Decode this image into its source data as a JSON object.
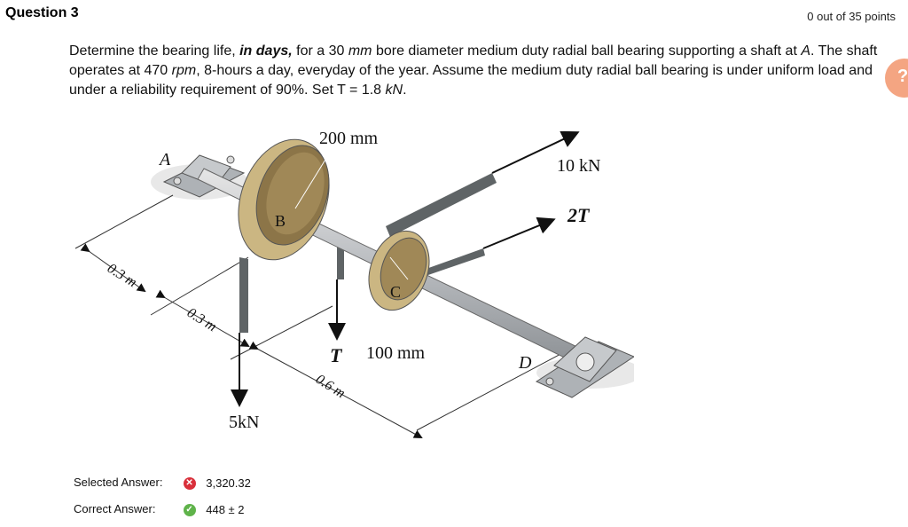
{
  "question": {
    "title": "Question 3",
    "points": "0 out of 35 points",
    "text_1": "Determine the bearing life, ",
    "text_emph": "in days,",
    "text_2": " for a 30 ",
    "unit_mm": "mm",
    "text_3": " bore diameter medium duty radial ball bearing supporting a shaft at ",
    "point_a": "A",
    "text_4": ". The shaft operates at 470 ",
    "unit_rpm": "rpm",
    "text_5": ", 8-hours a day, everyday of the year. Assume the medium duty radial ball bearing is under uniform load and under a reliability requirement of 90%. Set T = 1.8 ",
    "unit_kn": "kN",
    "text_6": "."
  },
  "help_badge": "?",
  "figure": {
    "label_a": "A",
    "label_b": "B",
    "label_c": "C",
    "label_d": "D",
    "dim_200": "200 mm",
    "dim_100": "100 mm",
    "force_10": "10 kN",
    "force_2t": "2T",
    "force_t": "T",
    "force_5": "5kN",
    "len_1": "0.3 m",
    "len_2": "0.3 m",
    "len_3": "0.6 m"
  },
  "answers": {
    "selected_label": "Selected Answer:",
    "selected_value": "3,320.32",
    "correct_label": "Correct Answer:",
    "correct_value": "448 ± 2"
  },
  "colors": {
    "wrong": "#d9303b",
    "right": "#5fb34a",
    "badge": "#f4a582"
  },
  "icons": {
    "wrong": "x-circle-icon",
    "right": "check-circle-icon"
  }
}
